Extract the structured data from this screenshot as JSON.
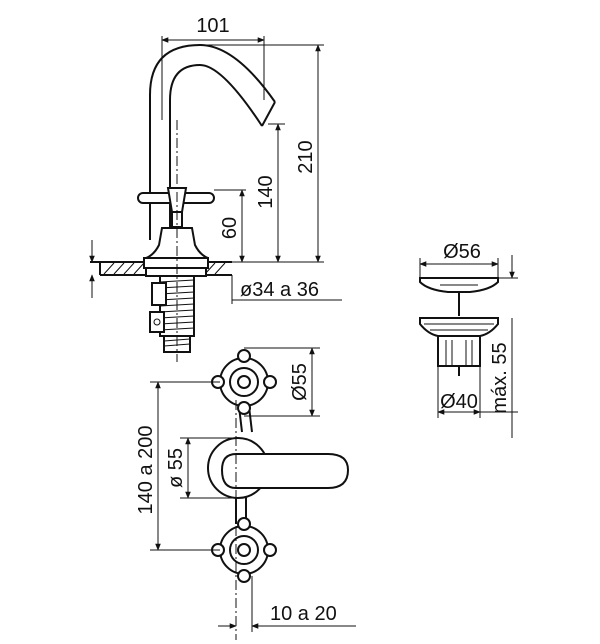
{
  "dimensions": {
    "spout_reach": "101",
    "total_height": "210",
    "spout_outlet_height": "140",
    "handle_height": "60",
    "deck_hole": "ø34 a 36",
    "drain_head": "Ø56",
    "drain_body": "Ø40",
    "drain_height": "máx. 55",
    "rosette_diameter": "Ø55",
    "center_distance": "140 a 200",
    "spout_base_diameter": "ø 55",
    "offset": "10 a 20"
  },
  "colors": {
    "line": "#111111",
    "background": "#ffffff"
  }
}
